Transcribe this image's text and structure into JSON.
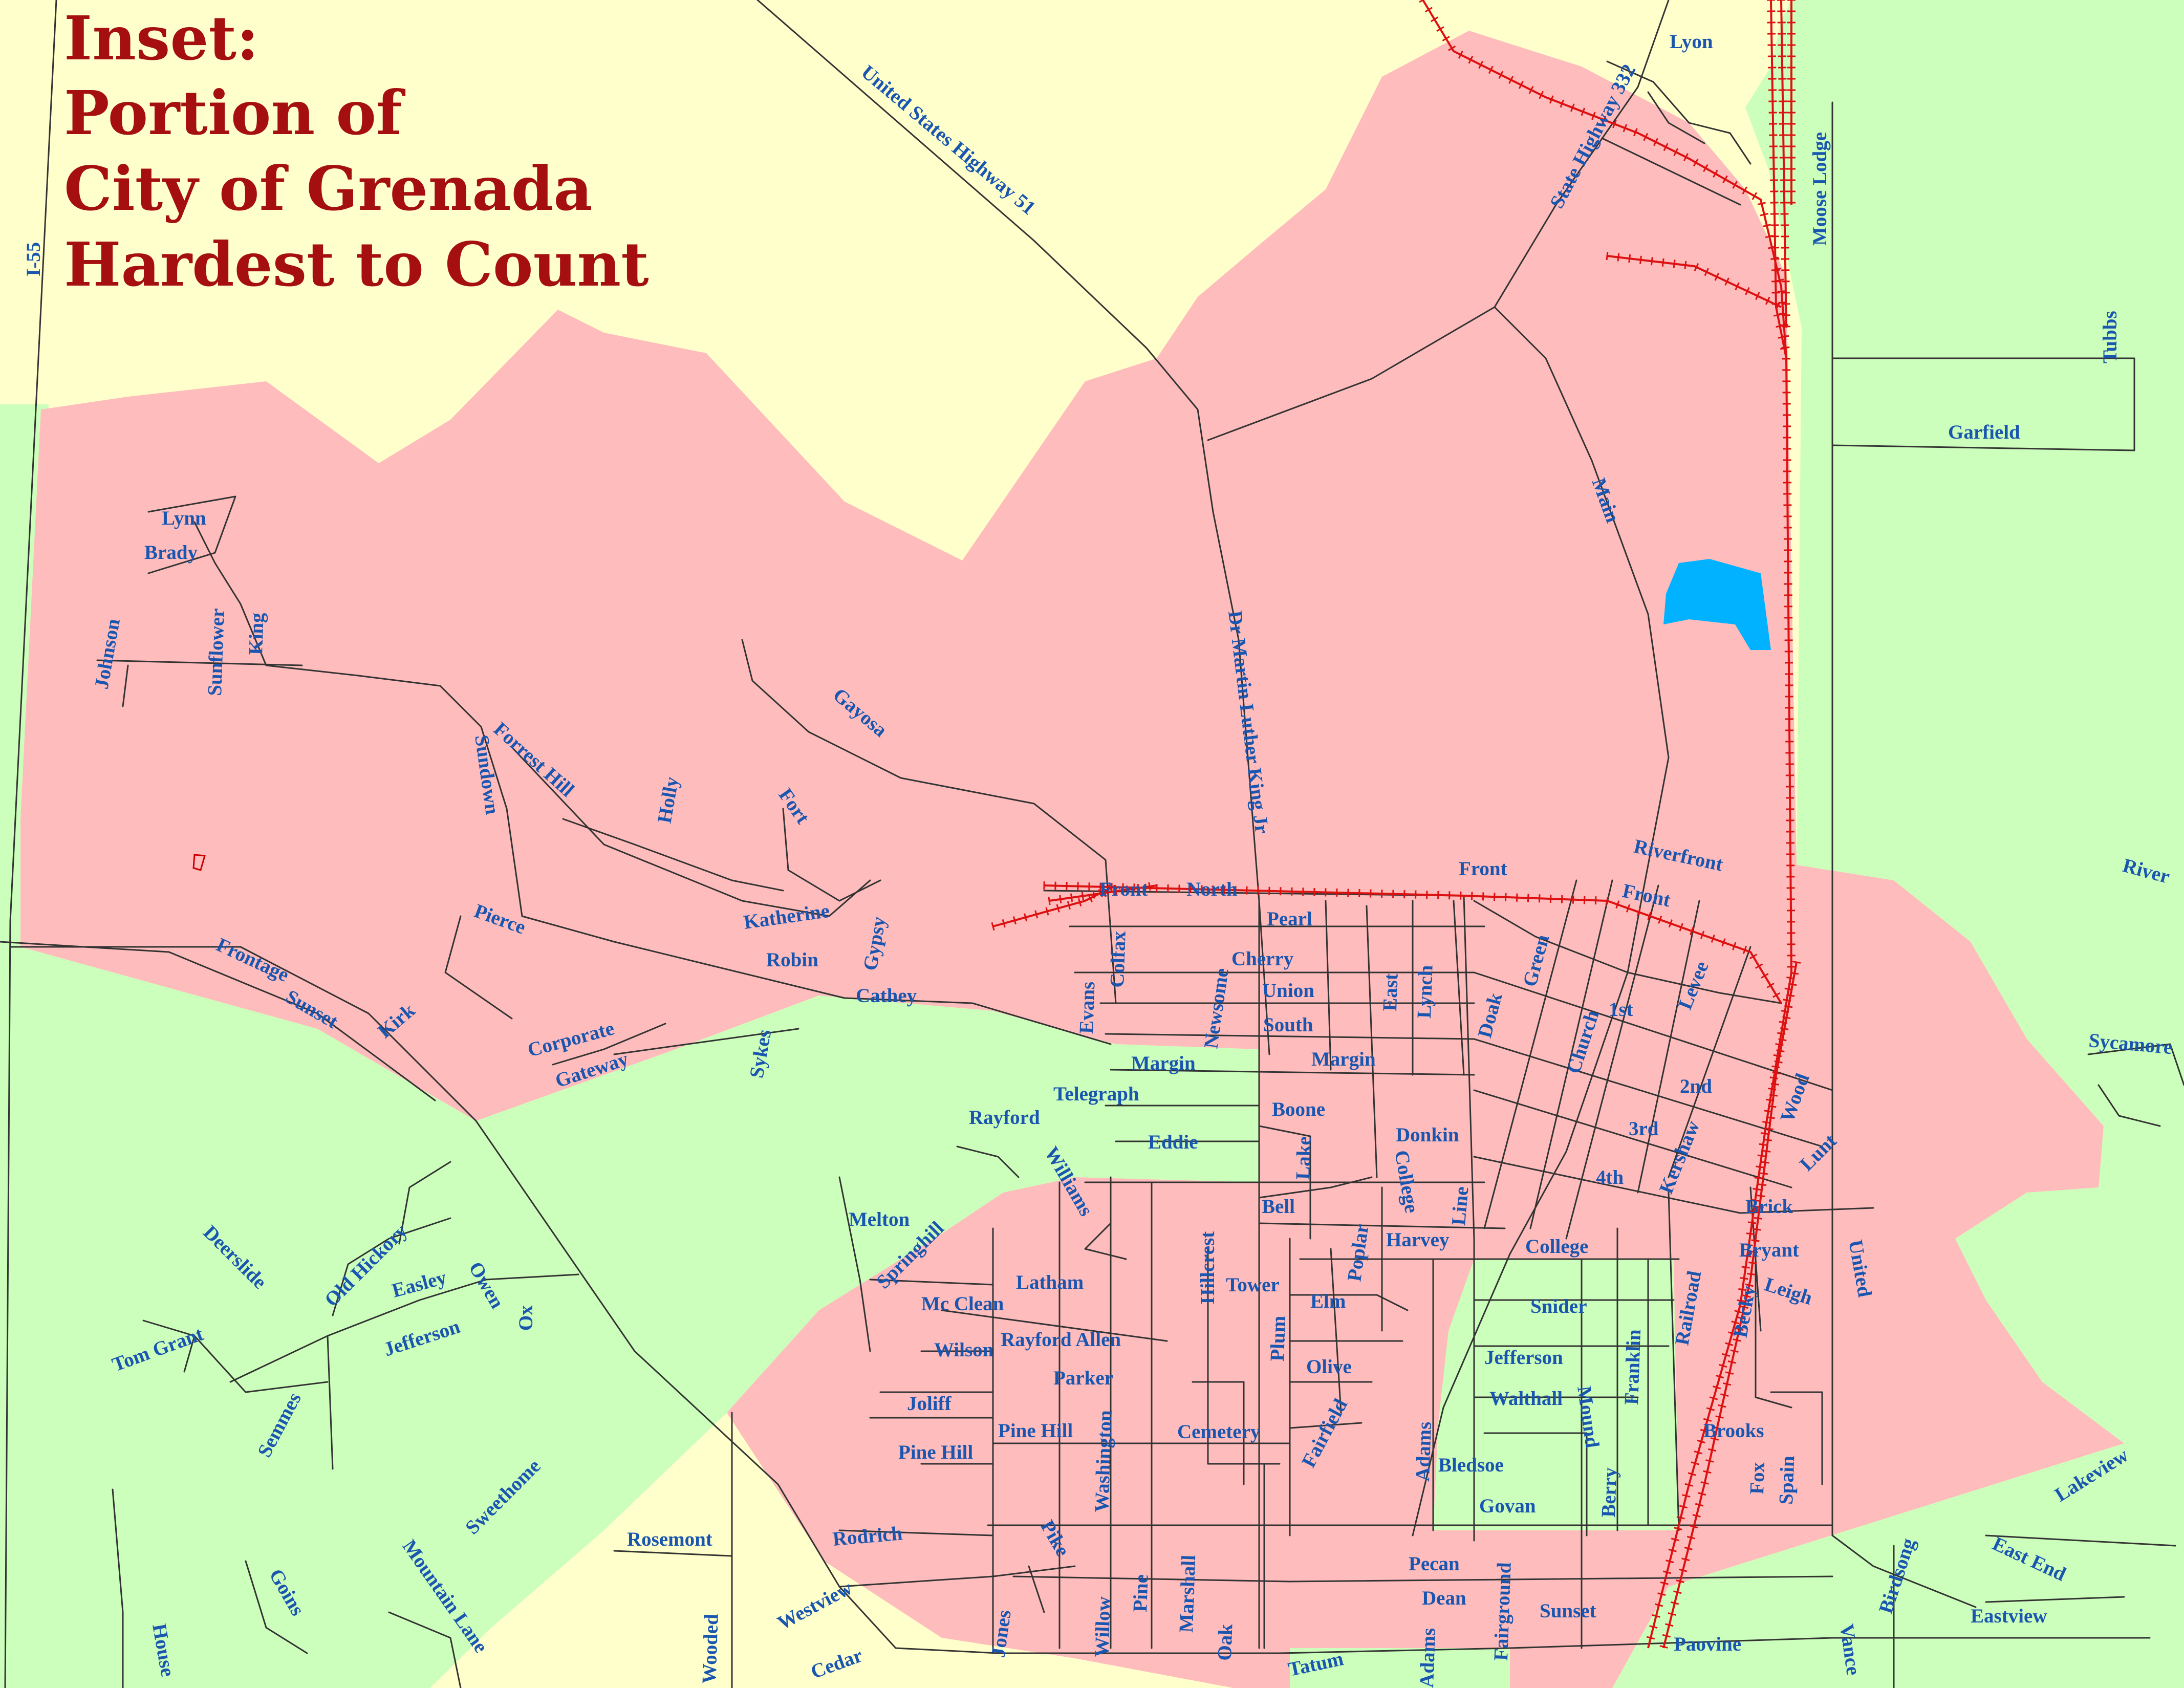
{
  "title": [
    "Inset:",
    "Portion of",
    "City of Grenada",
    "Hardest to Count"
  ],
  "colors": {
    "background": "#ffffcc",
    "hardest_to_count": "#ffbcbc",
    "other_tract": "#ccffbb",
    "water": "#00b2ff",
    "road": "#333333",
    "railroad": "#dd1111",
    "street_label": "#1a56b0",
    "title": "#a50f0f"
  },
  "streets": {
    "i55": "I-55",
    "us51": "United States Highway 51",
    "sh332": "State Highway 332",
    "lyon": "Lyon",
    "moose_lodge": "Moose Lodge",
    "tubbs": "Tubbs",
    "garfield": "Garfield",
    "main": "Main",
    "mlk": "Dr Martin Luther King Jr",
    "lynn": "Lynn",
    "brady": "Brady",
    "johnson": "Johnson",
    "sunflower": "Sunflower",
    "king": "King",
    "gayosa": "Gayosa",
    "forrest_hill": "Forrest Hill",
    "sundown": "Sundown",
    "holly": "Holly",
    "fort": "Fort",
    "pierce": "Pierce",
    "katherine": "Katherine",
    "robin": "Robin",
    "gypsy": "Gypsy",
    "cathey": "Cathey",
    "frontage": "Frontage",
    "sunset_w": "Sunset",
    "kirk": "Kirk",
    "corporate": "Corporate",
    "gateway": "Gateway",
    "sykes": "Sykes",
    "front_w": "Front",
    "north": "North",
    "pearl": "Pearl",
    "colfax": "Colfax",
    "cherry": "Cherry",
    "evans": "Evans",
    "newsome": "Newsome",
    "union": "Union",
    "south": "South",
    "east": "East",
    "lynch": "Lynch",
    "doak": "Doak",
    "green": "Green",
    "front_n": "Front",
    "riverfront": "Riverfront",
    "front_e": "Front",
    "levee": "Levee",
    "first": "1st",
    "church": "Church",
    "second": "2nd",
    "third": "3rd",
    "fourth": "4th",
    "kershaw": "Kershaw",
    "wood": "Wood",
    "lunt": "Lunt",
    "river": "River",
    "sycamore": "Sycamore",
    "margin_w": "Margin",
    "margin_e": "Margin",
    "telegraph": "Telegraph",
    "rayford": "Rayford",
    "boone": "Boone",
    "eddie": "Eddie",
    "donkin": "Donkin",
    "williams": "Williams",
    "lake": "Lake",
    "college_v": "College",
    "line": "Line",
    "bell": "Bell",
    "melton": "Melton",
    "springhill": "Springhill",
    "hillcrest": "Hillcrest",
    "harvey": "Harvey",
    "college_h": "College",
    "brick": "Brick",
    "bryant": "Bryant",
    "united": "United",
    "leigh": "Leigh",
    "latham": "Latham",
    "tower": "Tower",
    "poplar": "Poplar",
    "mcclean": "Mc Clean",
    "elm": "Elm",
    "snider": "Snider",
    "railroad": "Railroad",
    "becky": "Becky",
    "wilson": "Wilson",
    "rayford_allen": "Rayford Allen",
    "plum": "Plum",
    "jefferson_e": "Jefferson",
    "franklin": "Franklin",
    "olive": "Olive",
    "parker": "Parker",
    "joliff": "Joliff",
    "walthall": "Walthall",
    "mound": "Mound",
    "pine_hill_e": "Pine Hill",
    "washington": "Washington",
    "cemetery": "Cemetery",
    "fairfield": "Fairfield",
    "adams_n": "Adams",
    "brooks": "Brooks",
    "pine_hill_w": "Pine Hill",
    "bledsoe": "Bledsoe",
    "berry": "Berry",
    "fox": "Fox",
    "spain": "Spain",
    "lakeview": "Lakeview",
    "govan": "Govan",
    "rodrich": "Rodrich",
    "rosemont": "Rosemont",
    "pike": "Pike",
    "birdsong": "Birdsong",
    "east_end": "East End",
    "pecan": "Pecan",
    "westview": "Westview",
    "pine": "Pine",
    "marshall": "Marshall",
    "dean": "Dean",
    "fairground": "Fairground",
    "sunset_e": "Sunset",
    "jones": "Jones",
    "willow": "Willow",
    "oak": "Oak",
    "tatum": "Tatum",
    "adams_s": "Adams",
    "paovine": "Paovine",
    "vance": "Vance",
    "eastview": "Eastview",
    "cedar": "Cedar",
    "wooded": "Wooded",
    "house": "House",
    "goins": "Goins",
    "mountain_lane": "Mountain Lane",
    "sweethome": "Sweethome",
    "deerslide": "Deerslide",
    "old_hickory": "Old Hickory",
    "easley": "Easley",
    "owen": "Owen",
    "ox": "Ox",
    "tom_grant": "Tom Grant",
    "jefferson_w": "Jefferson",
    "semmes": "Semmes"
  }
}
